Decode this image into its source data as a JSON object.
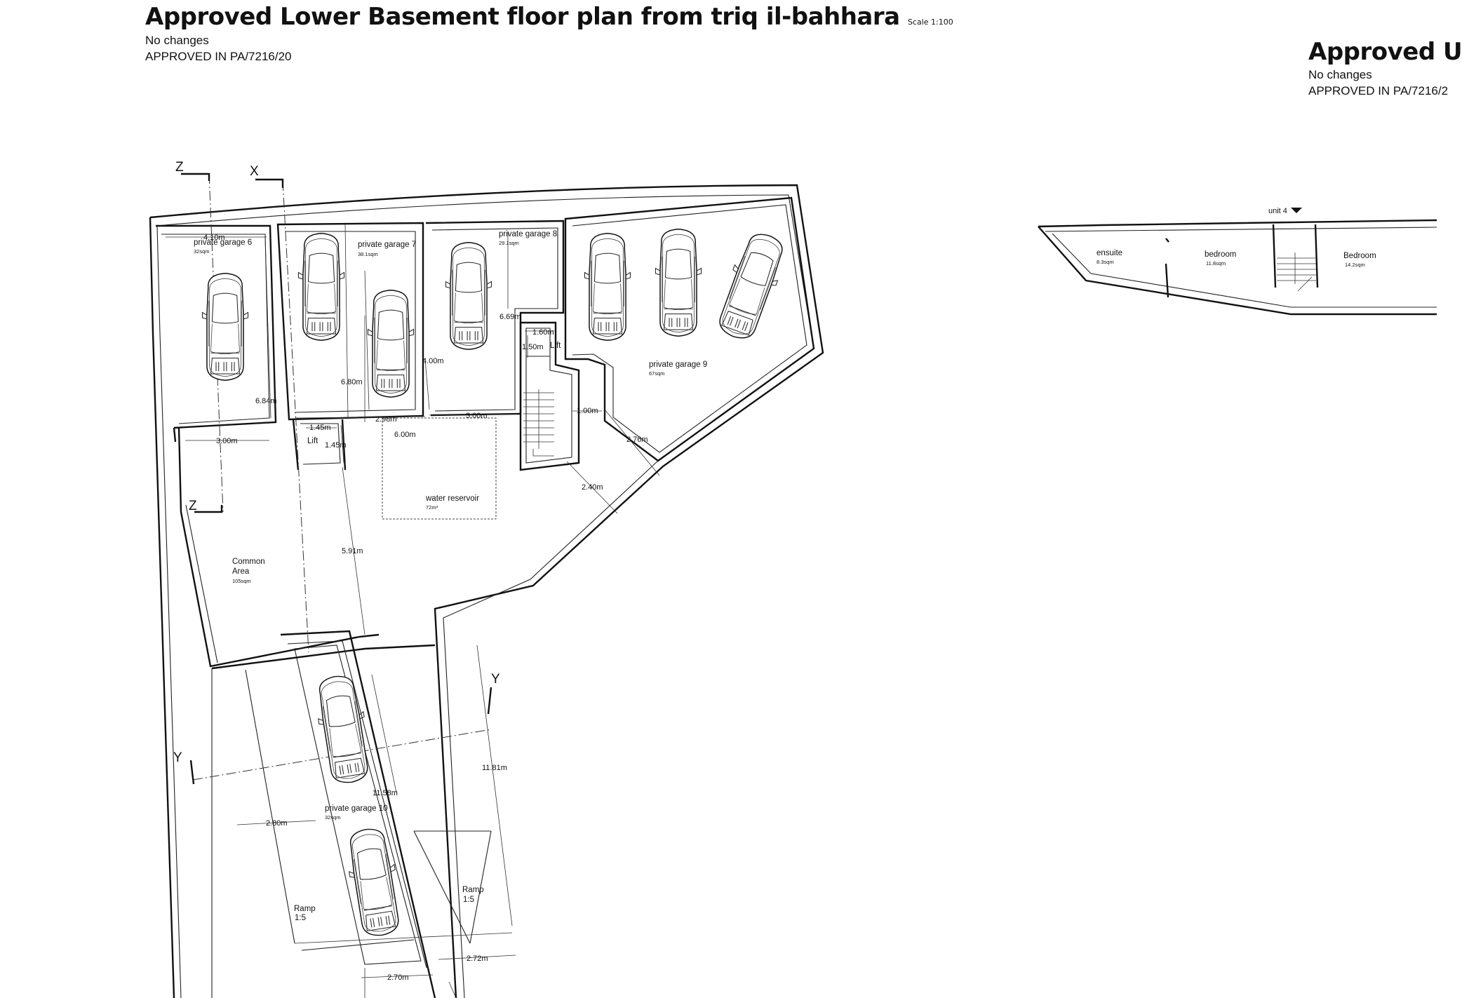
{
  "main_plan": {
    "title": "Approved Lower Basement floor plan from triq il-bahhara",
    "scale": "Scale 1:100",
    "note": "No changes",
    "approval": "APPROVED IN PA/7216/20"
  },
  "second_plan": {
    "title_partial": "Approved U",
    "note": "No changes",
    "approval_partial": "APPROVED IN PA/7216/2"
  },
  "rooms": {
    "garage6": {
      "name": "private garage 6",
      "area": "32sqm"
    },
    "garage7": {
      "name": "private garage 7",
      "area": "38.1sqm"
    },
    "garage8": {
      "name": "private garage 8",
      "area": "29.1sqm"
    },
    "garage9": {
      "name": "private garage 9",
      "area": "67sqm"
    },
    "garage10": {
      "name": "private garage 10",
      "area": "32sqm"
    },
    "lift_left": {
      "name": "Lift"
    },
    "lift_right": {
      "name": "Lift"
    },
    "water": {
      "name": "water reservoir",
      "area": "72m³"
    },
    "common": {
      "line1": "Common",
      "line2": "Area",
      "area": "105sqm"
    },
    "ramp_left": {
      "name": "Ramp",
      "ratio": "1:5"
    },
    "ramp_right": {
      "name": "Ramp",
      "ratio": "1:5"
    }
  },
  "dimensions": {
    "d1": "4.10m",
    "d2": "6.84m",
    "d3": "3.00m",
    "d4": "6.80m",
    "d5": "2.98m",
    "d6": "4.00m",
    "d7": "6.00m",
    "d8": "3.00m",
    "d9": "6.69m",
    "d10": "1.60m",
    "d11": "1.50m",
    "d12": "1.00m",
    "d13": "2.76m",
    "d14": "2.40m",
    "d15": "1.45m",
    "d16": "1.45m",
    "d17": "5.91m",
    "d18": "11.58m",
    "d19": "11.81m",
    "d20": "2.80m",
    "d21": "2.72m",
    "d22": "2.70m"
  },
  "sections": {
    "z_top": "Z",
    "x_top": "X",
    "z_bottom": "Z",
    "y_left": "Y",
    "y_right": "Y"
  },
  "upper_plan": {
    "unit": "unit 4",
    "ensuite": {
      "name": "ensuite",
      "area": "8.3sqm"
    },
    "bedroom": {
      "name": "bedroom",
      "area": "11.8sqm"
    },
    "bedroom2": {
      "name": "Bedroom",
      "area": "14.2sqm"
    }
  }
}
